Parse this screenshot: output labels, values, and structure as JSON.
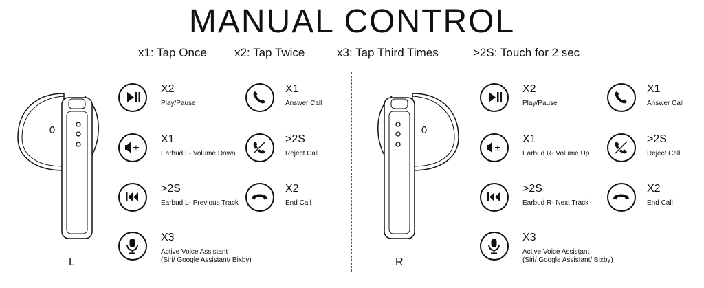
{
  "title": "MANUAL CONTROL",
  "legend": [
    "x1: Tap Once",
    "x2: Tap Twice",
    "x3: Tap Third Times",
    ">2S: Touch for 2 sec"
  ],
  "left": {
    "side": "L",
    "items": [
      {
        "code": "X2",
        "desc": "Play/Pause",
        "icon": "play-pause-icon"
      },
      {
        "code": "X1",
        "desc": "Answer Call",
        "icon": "phone-icon"
      },
      {
        "code": "X1",
        "desc": "Earbud L- Volume Down",
        "icon": "volume-icon"
      },
      {
        "code": ">2S",
        "desc": "Reject Call",
        "icon": "reject-call-icon"
      },
      {
        "code": ">2S",
        "desc": "Earbud L- Previous Track",
        "icon": "previous-track-icon"
      },
      {
        "code": "X2",
        "desc": "End Call",
        "icon": "end-call-icon"
      },
      {
        "code": "X3",
        "desc": "Active Voice Assistant",
        "desc2": "(Siri/ Google Assistant/ Bixby)",
        "icon": "microphone-icon"
      }
    ]
  },
  "right": {
    "side": "R",
    "items": [
      {
        "code": "X2",
        "desc": "Play/Pause",
        "icon": "play-pause-icon"
      },
      {
        "code": "X1",
        "desc": "Answer Call",
        "icon": "phone-icon"
      },
      {
        "code": "X1",
        "desc": "Earbud R- Volume Up",
        "icon": "volume-icon"
      },
      {
        "code": ">2S",
        "desc": "Reject Call",
        "icon": "reject-call-icon"
      },
      {
        "code": ">2S",
        "desc": "Earbud R- Next Track",
        "icon": "previous-track-icon"
      },
      {
        "code": "X2",
        "desc": "End Call",
        "icon": "end-call-icon"
      },
      {
        "code": "X3",
        "desc": "Active Voice Assistant",
        "desc2": "(Siri/ Google Assistant/ Bixby)",
        "icon": "microphone-icon"
      }
    ]
  }
}
